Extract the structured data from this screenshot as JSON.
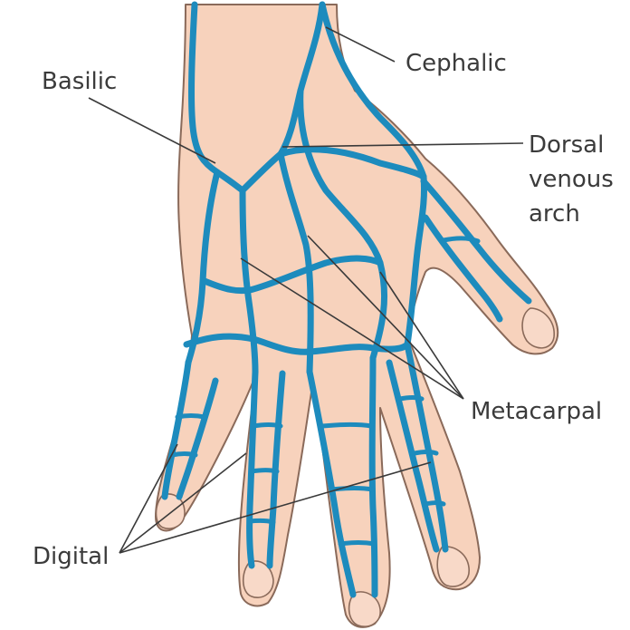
{
  "diagram": {
    "labels": {
      "cephalic": "Cephalic",
      "basilic": "Basilic",
      "dorsal_line1": "Dorsal",
      "dorsal_line2": "venous",
      "dorsal_line3": "arch",
      "metacarpal": "Metacarpal",
      "digital": "Digital"
    },
    "colors": {
      "skin": "#f7d2bc",
      "vein": "#1d8bbd",
      "outline": "#8a6a5a",
      "text": "#3b3b3b"
    }
  }
}
